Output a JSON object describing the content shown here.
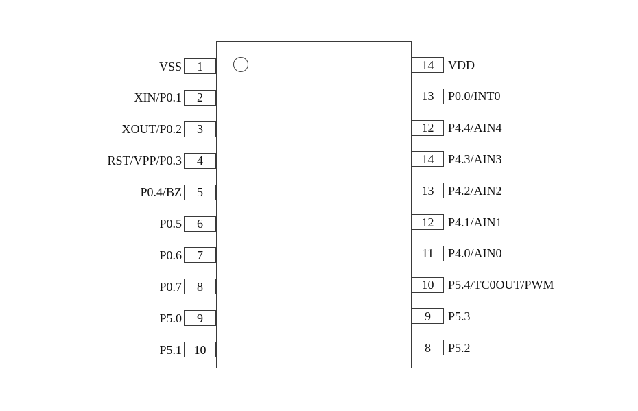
{
  "diagram": {
    "kind": "ic-pinout",
    "background": "#ffffff",
    "line_color": "#3a3a3a",
    "text_color": "#111111",
    "chip": {
      "pin1_indicator": "circle"
    },
    "left_pins": [
      {
        "label": "VSS",
        "number": "1"
      },
      {
        "label": "XIN/P0.1",
        "number": "2"
      },
      {
        "label": "XOUT/P0.2",
        "number": "3"
      },
      {
        "label": "RST/VPP/P0.3",
        "number": "4"
      },
      {
        "label": "P0.4/BZ",
        "number": "5"
      },
      {
        "label": "P0.5",
        "number": "6"
      },
      {
        "label": "P0.6",
        "number": "7"
      },
      {
        "label": "P0.7",
        "number": "8"
      },
      {
        "label": "P5.0",
        "number": "9"
      },
      {
        "label": "P5.1",
        "number": "10"
      }
    ],
    "right_pins": [
      {
        "number": "14",
        "label": "VDD"
      },
      {
        "number": "13",
        "label": "P0.0/INT0"
      },
      {
        "number": "12",
        "label": "P4.4/AIN4"
      },
      {
        "number": "14",
        "label": "P4.3/AIN3"
      },
      {
        "number": "13",
        "label": "P4.2/AIN2"
      },
      {
        "number": "12",
        "label": "P4.1/AIN1"
      },
      {
        "number": "11",
        "label": "P4.0/AIN0"
      },
      {
        "number": "10",
        "label": "P5.4/TC0OUT/PWM"
      },
      {
        "number": "9",
        "label": "P5.3"
      },
      {
        "number": "8",
        "label": "P5.2"
      }
    ],
    "layout": {
      "left_row_start_top": 84.5,
      "left_row_spacing": 45.9,
      "right_row_start_top": 82.5,
      "right_row_spacing": 45.8
    }
  }
}
